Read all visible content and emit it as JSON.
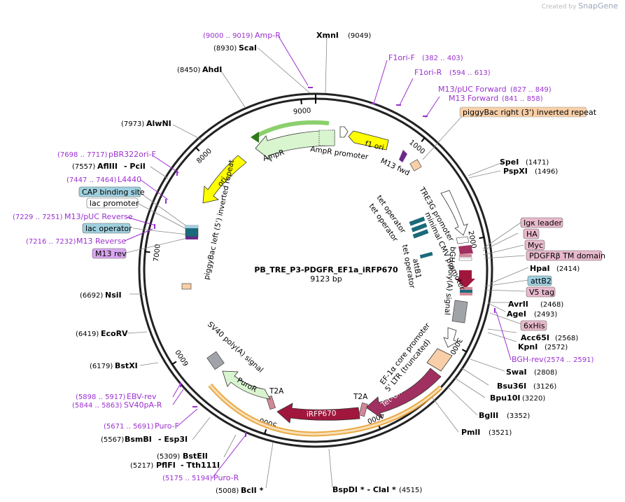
{
  "header": {
    "created_by": "Created by",
    "brand": "SnapGene"
  },
  "plasmid": {
    "name": "PB_TRE_P3-PDGFR_EF1a_iRFP670",
    "size": "9123 bp",
    "length": 9123
  },
  "ticks": [
    "1000",
    "2000",
    "3000",
    "4000",
    "5000",
    "6000",
    "7000",
    "8000",
    "9000"
  ],
  "sites": [
    {
      "name": "XmnI",
      "pos": "(9049)"
    },
    {
      "name": "ScaI",
      "pos": "(8930)"
    },
    {
      "name": "AhdI",
      "pos": "(8450)"
    },
    {
      "name": "AlwNI",
      "pos": "(7973)"
    },
    {
      "name": "AflIII",
      "pos": "(7557)",
      "extra": "- PciI"
    },
    {
      "name": "NsiI",
      "pos": "(6692)"
    },
    {
      "name": "EcoRV",
      "pos": "(6419)"
    },
    {
      "name": "BstXI",
      "pos": "(6179)"
    },
    {
      "name": "BsmBI",
      "pos": "(5567)",
      "extra": "- Esp3I"
    },
    {
      "name": "BstEII",
      "pos": "(5309)"
    },
    {
      "name": "PflFI",
      "pos": "(5217)",
      "extra": "- Tth111I"
    },
    {
      "name": "BclI *",
      "pos": "(5008)"
    },
    {
      "name": "BspDI * - ClaI *",
      "pos": "(4515)"
    },
    {
      "name": "PmlI",
      "pos": "(3521)"
    },
    {
      "name": "BglII",
      "pos": "(3352)"
    },
    {
      "name": "Bpu10I",
      "pos": "(3220)"
    },
    {
      "name": "Bsu36I",
      "pos": "(3126)"
    },
    {
      "name": "SwaI",
      "pos": "(2808)"
    },
    {
      "name": "KpnI",
      "pos": "(2572)"
    },
    {
      "name": "Acc65I",
      "pos": "(2568)"
    },
    {
      "name": "AgeI",
      "pos": "(2493)"
    },
    {
      "name": "AvrII",
      "pos": "(2468)"
    },
    {
      "name": "HpaI",
      "pos": "(2414)"
    },
    {
      "name": "PspXI",
      "pos": "(1496)"
    },
    {
      "name": "SpeI",
      "pos": "(1471)"
    }
  ],
  "primers": [
    {
      "name": "Amp-R",
      "range": "(9000 .. 9019)"
    },
    {
      "name": "F1ori-F",
      "range": "(382 .. 403)"
    },
    {
      "name": "F1ori-R",
      "range": "(594 .. 613)"
    },
    {
      "name": "M13/pUC Forward",
      "range": "(827 .. 849)"
    },
    {
      "name": "M13 Forward",
      "range": "(841 .. 858)"
    },
    {
      "name": "pBR322ori-F",
      "range": "(7698 .. 7717)"
    },
    {
      "name": "L4440",
      "range": "(7447 .. 7464)"
    },
    {
      "name": "M13/pUC Reverse",
      "range": "(7229 .. 7251)"
    },
    {
      "name": "M13 Reverse",
      "range": "(7216 .. 7232)"
    },
    {
      "name": "BGH-rev",
      "range": "(2574 .. 2591)"
    },
    {
      "name": "EBV-rev",
      "range": "(5898 .. 5917)"
    },
    {
      "name": "SV40pA-R",
      "range": "(5844 .. 5863)"
    },
    {
      "name": "Puro-F",
      "range": "(5671 .. 5691)"
    },
    {
      "name": "Puro-R",
      "range": "(5175 .. 5194)"
    }
  ],
  "boxed_labels": [
    {
      "text": "piggyBac right (3') inverted repeat",
      "color": "#f8cfa8"
    },
    {
      "text": "CAP binding site",
      "color": "#9fd0df"
    },
    {
      "text": "lac promoter",
      "color": "#ffffff"
    },
    {
      "text": "lac operator",
      "color": "#9fd0df"
    },
    {
      "text": "M13 rev",
      "color": "#d9a6f0"
    },
    {
      "text": "Igκ leader",
      "color": "#e8b9cc"
    },
    {
      "text": "HA",
      "color": "#e8b9cc"
    },
    {
      "text": "Myc",
      "color": "#e8b9cc"
    },
    {
      "text": "PDGFRβ TM domain",
      "color": "#e8b9cc"
    },
    {
      "text": "attB2",
      "color": "#9fd0df"
    },
    {
      "text": "V5 tag",
      "color": "#e8b9cc"
    },
    {
      "text": "6xHis",
      "color": "#e8b9cc"
    }
  ],
  "features": {
    "f1_ori": "f1 ori",
    "ampr_promoter": "AmpR promoter",
    "ampr": "AmpR",
    "m13_fwd": "M13 fwd",
    "ori": "ori",
    "piggybac_left": "piggyBac left (5') inverted repeat",
    "tre3g": "TRE3G promoter",
    "minimal_cmv": "minimal CMV promoter",
    "tet_operator_1": "tet operator",
    "tet_operator_2": "tet operator",
    "tet_operator_3": "tet operator",
    "attb1": "attB1",
    "bgh_polya": "bGH poly(A) signal",
    "ef1a_core": "EF-1α core promoter",
    "ltr": "5' LTR (truncated)",
    "tet_on": "Tet-On® 3G",
    "t2a_1": "T2A",
    "t2a_2": "T2A",
    "irfp670": "iRFP670",
    "puror": "PuroR",
    "sv40_polya": "SV40 poly(A) signal"
  },
  "colors": {
    "primer": "#9b30d0",
    "ampr_fill": "#d9f5d0",
    "ori_fill": "#ffff00",
    "irfp_fill": "#a0163c",
    "teton_fill": "#a03060",
    "t2a_fill": "#d08898",
    "orange_fill": "#f8cfa8",
    "grey_fill": "#a0a4a8"
  }
}
